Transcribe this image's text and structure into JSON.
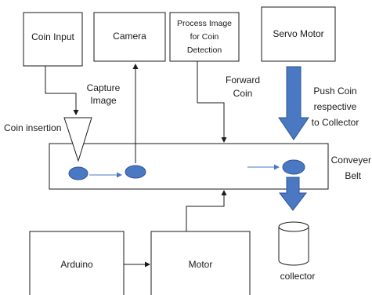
{
  "boxes": {
    "coin_input": "Coin Input",
    "camera": "Camera",
    "process_image": [
      "Process Image",
      "for Coin",
      "Detection"
    ],
    "servo_motor": "Servo Motor",
    "arduino": "Arduino",
    "motor": "Motor"
  },
  "labels": {
    "capture_image": [
      "Capture",
      "Image"
    ],
    "coin_insertion": "Coin insertion",
    "forward_coin": [
      "Forward",
      "Coin"
    ],
    "push_coin": [
      "Push Coin",
      "respective",
      "to Collector"
    ],
    "conveyer_belt": [
      "Conveyer",
      "Belt"
    ],
    "collector": "collector"
  },
  "colors": {
    "accent": "#4a78c2",
    "accent_stroke": "#2f5597",
    "line": "#1a1a1a"
  }
}
